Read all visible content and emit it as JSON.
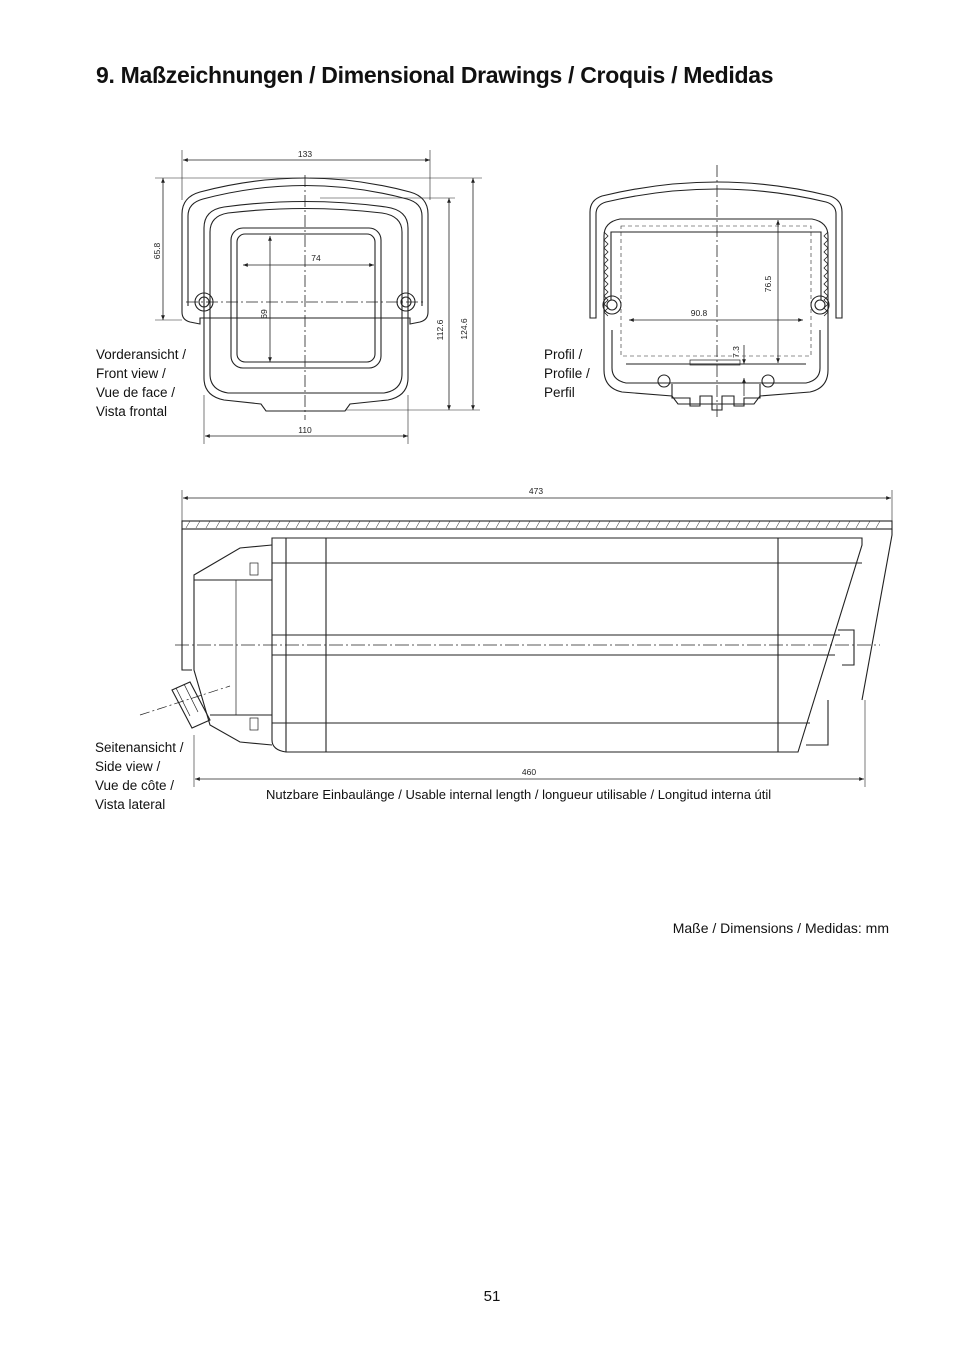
{
  "page": {
    "title": "9.  Maßzeichnungen / Dimensional Drawings / Croquis / Medidas",
    "units_note": "Maße / Dimensions / Medidas: mm",
    "page_number": "51"
  },
  "front_view": {
    "caption_lines": [
      "Vorderansicht /",
      "Front view /",
      "Vue de face /",
      "Vista frontal"
    ],
    "dims": {
      "width_top": "133",
      "width_bottom": "110",
      "window_width": "74",
      "window_height": "69",
      "height_left": "65.8",
      "height_inner": "112.6",
      "height_outer": "124.6"
    }
  },
  "profile_view": {
    "caption_lines": [
      "Profil /",
      "Profile /",
      "Perfil"
    ],
    "dims": {
      "inner_width": "90.8",
      "inner_height": "76.5",
      "rail": "7.3"
    }
  },
  "side_view": {
    "caption_lines": [
      "Seitenansicht /",
      "Side view /",
      "Vue de côte /",
      "Vista lateral"
    ],
    "dims": {
      "overall_length": "473",
      "usable_length": "460"
    },
    "usable_length_label": "Nutzbare Einbaulänge / Usable internal length /  longueur utilisable / Longitud interna útil"
  }
}
